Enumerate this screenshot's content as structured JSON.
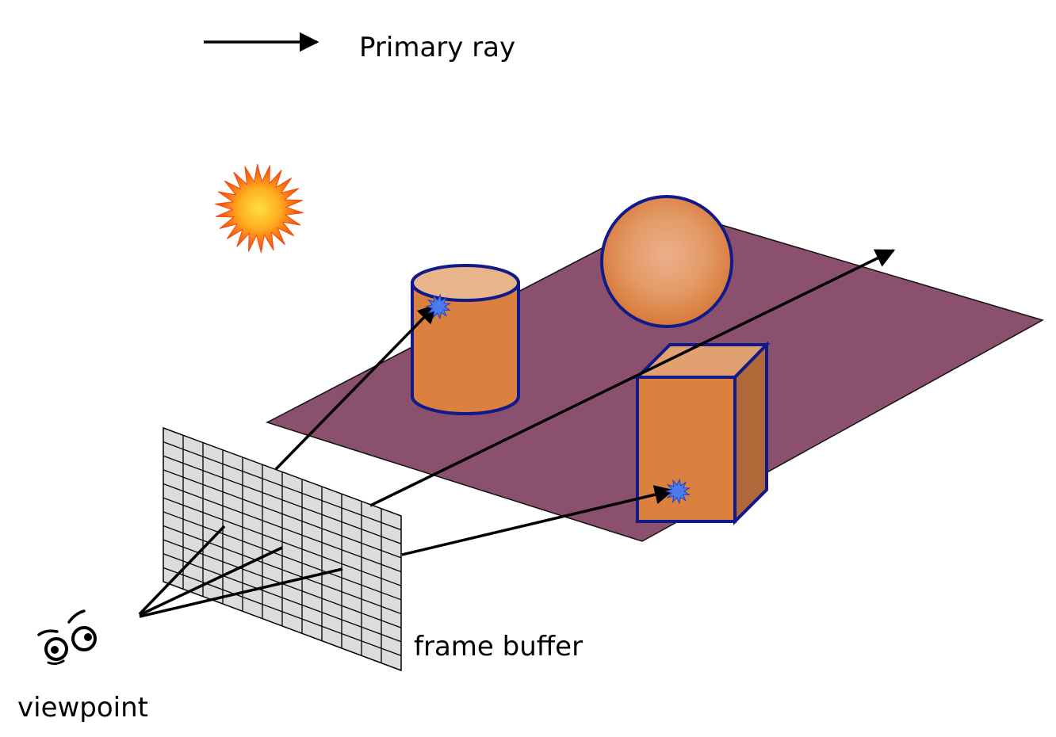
{
  "legend": {
    "label": "Primary ray",
    "arrow_color": "#000000"
  },
  "labels": {
    "frame_buffer": "frame buffer",
    "viewpoint": "viewpoint"
  },
  "colors": {
    "ground_plane": "#8a506e",
    "object_fill": "#dc8040",
    "object_top": "#e8b48a",
    "box_side": "#b06838",
    "object_outline": "#101a8a",
    "grid_fill": "#dcdcdc",
    "hit_marker": "#4a7cf0",
    "light": "#f56010"
  },
  "icons": [
    "light-source-icon",
    "eyes-icon"
  ],
  "frame_buffer_grid": {
    "columns": 12,
    "rows": 11
  }
}
